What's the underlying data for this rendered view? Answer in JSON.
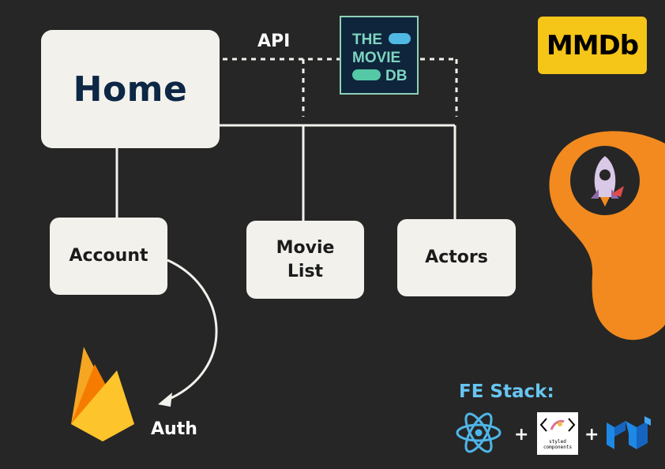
{
  "nodes": {
    "home": "Home",
    "account": "Account",
    "movie_list": "Movie\nList",
    "actors": "Actors"
  },
  "api_label": "API",
  "tmdb_logo": {
    "line1": "THE",
    "line2": "MOVIE",
    "line3": "DB"
  },
  "mmdb_badge": "MMDb",
  "auth_label": "Auth",
  "fe_stack": {
    "title": "FE Stack:",
    "plus": "+",
    "styled_components_text": "styled components"
  },
  "colors": {
    "background": "#262626",
    "node": "#f2f1ec",
    "home_text": "#0d2745",
    "mmdb_yellow": "#f5c518",
    "tmdb_navy": "#0e253c",
    "tmdb_accent": "#7fd4c0",
    "fe_title": "#67c6f2",
    "orange_blob": "#f28a1f",
    "react_blue": "#4fb5e8"
  },
  "icons": [
    "firebase-icon",
    "rocket-icon",
    "react-icon",
    "styled-components-icon",
    "material-ui-icon"
  ]
}
